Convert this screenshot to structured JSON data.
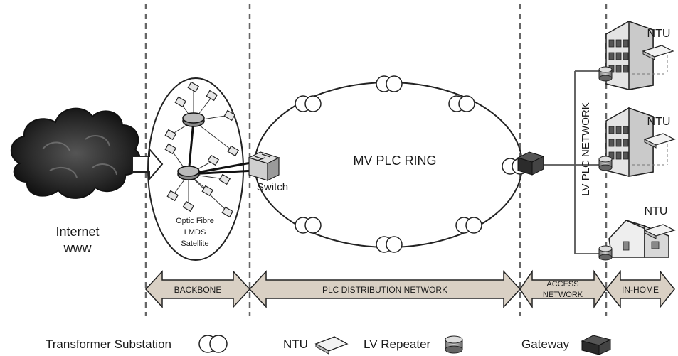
{
  "cloud_label": {
    "line1": "Internet",
    "line2": "www"
  },
  "backbone_media": {
    "line1": "Optic Fibre",
    "line2": "LMDS",
    "line3": "Satellite"
  },
  "switch_label": "Switch",
  "ring_label": "MV PLC RING",
  "lv_network_label": "LV PLC NETWORK",
  "ntu_labels": [
    "NTU",
    "NTU",
    "NTU"
  ],
  "segments": {
    "backbone": "BACKBONE",
    "distribution": "PLC DISTRIBUTION NETWORK",
    "access_line1": "ACCESS",
    "access_line2": "NETWORK",
    "inhome": "IN-HOME"
  },
  "legend": {
    "transformer": "Transformer Substation",
    "ntu": "NTU",
    "repeater": "LV Repeater",
    "gateway": "Gateway"
  },
  "colors": {
    "arrow_fill": "#d9d0c4",
    "cloud": "#2a2a2a",
    "device_dark": "#3a3a3a",
    "building": "#dcdcdc"
  }
}
